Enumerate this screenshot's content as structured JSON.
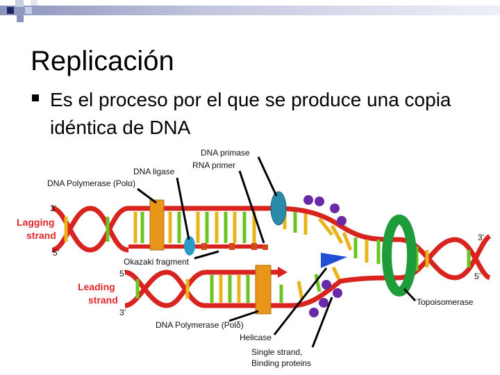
{
  "slide": {
    "title": "Replicación",
    "bullet": "Es el proceso por el que se produce una copia idéntica de DNA"
  },
  "diagram": {
    "labels": {
      "dna_primase": "DNA primase",
      "rna_primer": "RNA primer",
      "dna_ligase": "DNA ligase",
      "dna_pol_alpha": "DNA Polymerase (Polα)",
      "okazaki": "Okazaki fragment",
      "dna_pol_delta": "DNA Polymerase (Polδ)",
      "helicase": "Helicase",
      "ssb_line1": "Single strand,",
      "ssb_line2": "Binding proteins",
      "topoisomerase": "Topoisomerase",
      "lagging_1": "Lagging",
      "lagging_2": "strand",
      "leading_1": "Leading",
      "leading_2": "strand",
      "lag_3prime": "3’",
      "lag_5prime": "5’",
      "lead_5prime": "5’",
      "lead_3prime": "3’",
      "right_3prime": "3’",
      "right_5prime": "5’"
    },
    "colors": {
      "strand_red": "#d8231f",
      "base_yellow": "#e8b418",
      "base_green": "#6cc423",
      "polymerase": "#e8961a",
      "topoisomerase": "#1f9c3a",
      "primase": "#2a8aa8",
      "helicase": "#1f4fd6",
      "ssb": "#6a2aa8",
      "label_red": "#e0252a"
    }
  }
}
